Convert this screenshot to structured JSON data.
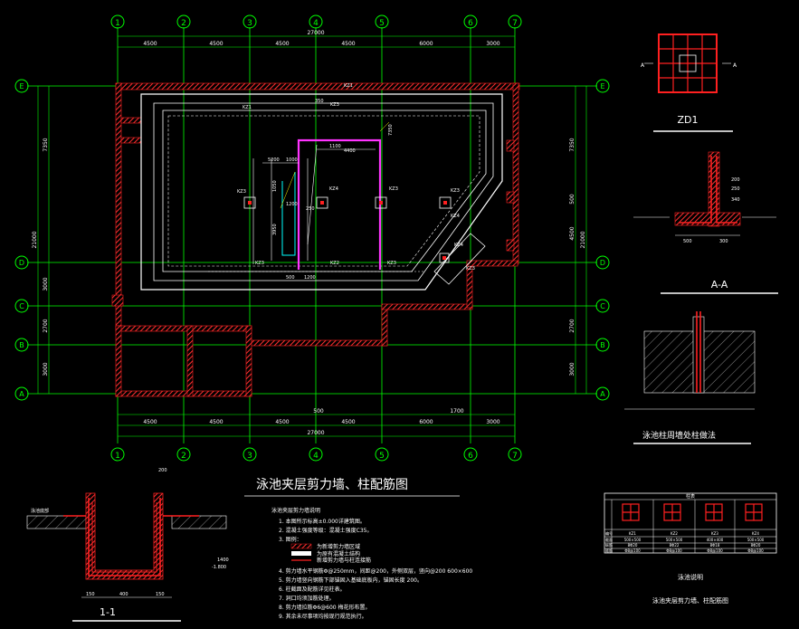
{
  "colors": {
    "background": "#000000",
    "grid": "#00ff00",
    "wall": "#ff2020",
    "hatch": "#ff3030",
    "line": "#ffffff",
    "magenta": "#ff33ff",
    "cyan": "#00ffff",
    "yellow": "#ffff00"
  },
  "axes": {
    "columns": [
      "1",
      "2",
      "3",
      "4",
      "5",
      "6",
      "7"
    ],
    "rows": [
      "E",
      "D",
      "C",
      "B",
      "A"
    ]
  },
  "dims": {
    "top_spans": [
      "4500",
      "4500",
      "4500",
      "4500",
      "6000",
      "3000"
    ],
    "top_total": "27000",
    "bottom_spans": [
      "4500",
      "4500",
      "4500",
      "4500",
      "6000",
      "3000"
    ],
    "bottom_total": "27000",
    "bottom_mid": "500",
    "bottom_extra": "1700",
    "left_spans": [
      "7350",
      "3000",
      "2700",
      "3000"
    ],
    "left_total": "21000",
    "right_spans": [
      "7350",
      "4500",
      "2700",
      "3000"
    ],
    "right_total": "21000",
    "right_small": "500"
  },
  "plan_labels": {
    "kz_top": "KZ1",
    "kz_list": [
      "KZ3",
      "KZ3",
      "KZ4",
      "KZ3",
      "KZ3",
      "KZ1",
      "KZ4",
      "KZ3",
      "KZ2"
    ],
    "kz_pool": [
      "KZ3",
      "KZ3"
    ],
    "kz_corner": "KZ4",
    "inner_dims": [
      "350",
      "1100",
      "4400",
      "5200",
      "1000",
      "1050",
      "3950",
      "250",
      "1200",
      "1200",
      "500",
      "7350"
    ]
  },
  "zd1": {
    "title": "ZD1",
    "labels": [
      "A",
      "A"
    ]
  },
  "section_aa": {
    "title": "A-A",
    "dims": [
      "200",
      "250",
      "340",
      "500",
      "300"
    ]
  },
  "pool_detail": {
    "title": "泳池柱周墙处柱做法"
  },
  "section_11": {
    "title": "1-1",
    "dims": [
      "150",
      "400",
      "150",
      "1400",
      "200"
    ],
    "labels": [
      "泳池底部",
      "-1.800"
    ]
  },
  "main_title": "泳池夹层剪力墙、柱配筋图",
  "notes": {
    "heading": "泳池夹层剪力墙说明",
    "items": [
      "1. 本图所示标高±0.000详建筑图。",
      "2. 混凝土强度等级：混凝土强度C35。",
      "3. 图例：",
      "4. 剪力墙水平钢筋Φ@250mm，间距@200，外侧双层，竖向@200 600×600",
      "5. 剪力墙竖向钢筋下部锚固入基础底板内，锚固长度 200。",
      "6. 柱截面及配筋详见柱表。",
      "7. 洞口均须加筋处理。",
      "8. 剪力墙拉筋Φ6@600 梅花形布置。",
      "9. 其余未尽事项均按现行规范执行。"
    ],
    "legend": [
      "为新增剪力墙区域",
      "为原有混凝土结构",
      "新增剪力墙与柱连接筋"
    ]
  },
  "column_table": {
    "title": "柱表",
    "cols": [
      "KZ1",
      "KZ2",
      "KZ3",
      "KZ4"
    ],
    "rows": [
      [
        "500×500",
        "500×500",
        "400×400",
        "500×500"
      ],
      [
        "8Φ20",
        "8Φ22",
        "8Φ18",
        "8Φ20"
      ],
      [
        "Φ8@100",
        "Φ8@100",
        "Φ8@100",
        "Φ8@100"
      ]
    ],
    "row_labels": [
      "编号",
      "截面",
      "纵筋",
      "箍筋"
    ],
    "caption_1": "泳池说明",
    "caption_2": "泳池夹层剪力墙、柱配筋图"
  }
}
